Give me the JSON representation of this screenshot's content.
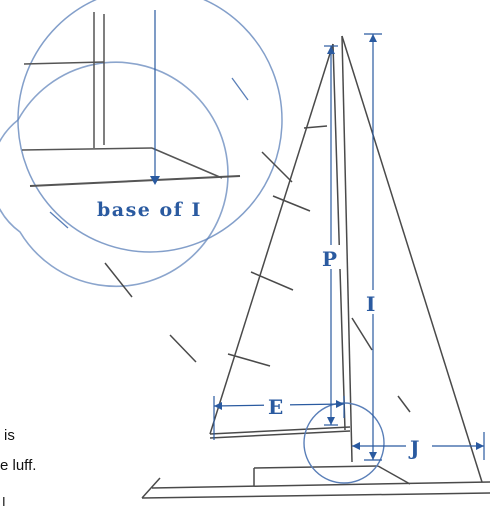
{
  "inset_caption": "base of I",
  "dimension_labels": {
    "P": "P",
    "I": "I",
    "E": "E",
    "J": "J"
  },
  "side_text_fragments": [
    "is",
    "e luff.",
    "I"
  ],
  "colors": {
    "diagram_blue": "#2a5aa0",
    "sketch_ink": "#4a4a4a",
    "background": "#ffffff",
    "text": "#111111"
  }
}
